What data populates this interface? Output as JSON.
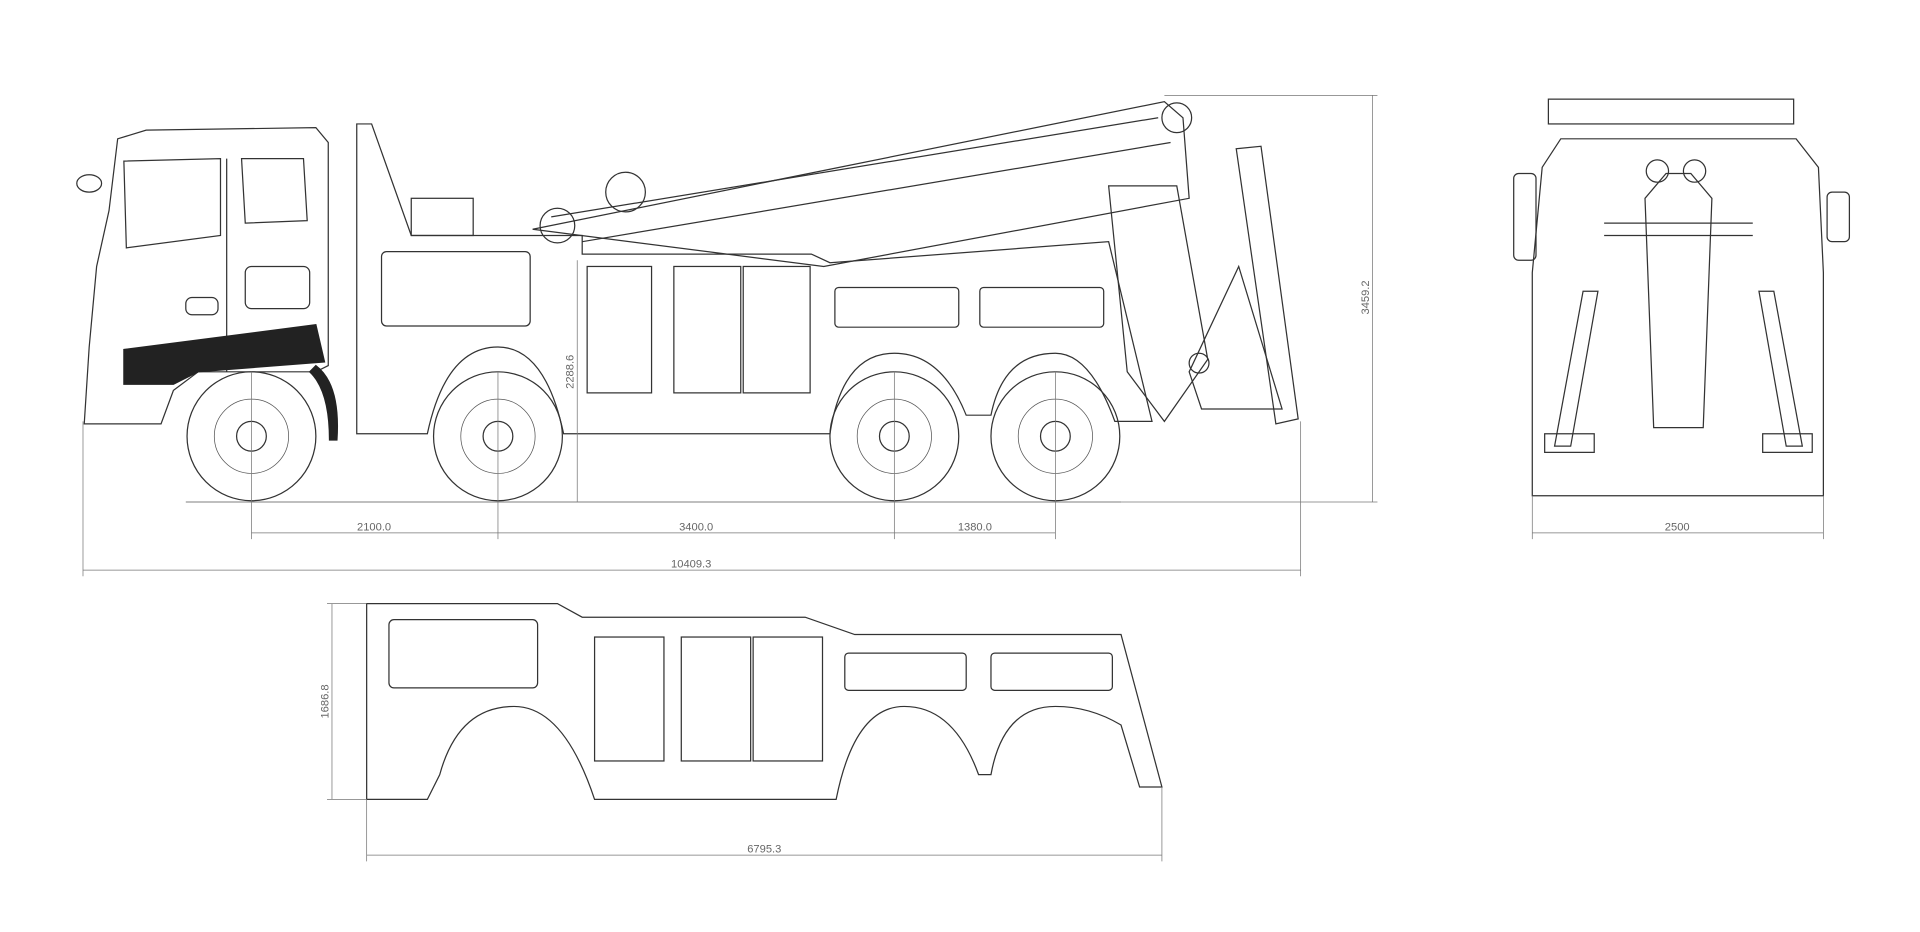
{
  "drawing": {
    "side_view": {
      "dimensions": {
        "axle_1_2": "2100.0",
        "axle_2_3": "3400.0",
        "axle_3_4": "1380.0",
        "overall_length": "10409.3",
        "overall_height": "3459.2",
        "body_height": "2288.6"
      }
    },
    "rear_view": {
      "dimensions": {
        "width": "2500"
      }
    },
    "body_panel": {
      "dimensions": {
        "height": "1686.8",
        "length": "6795.3"
      }
    }
  }
}
